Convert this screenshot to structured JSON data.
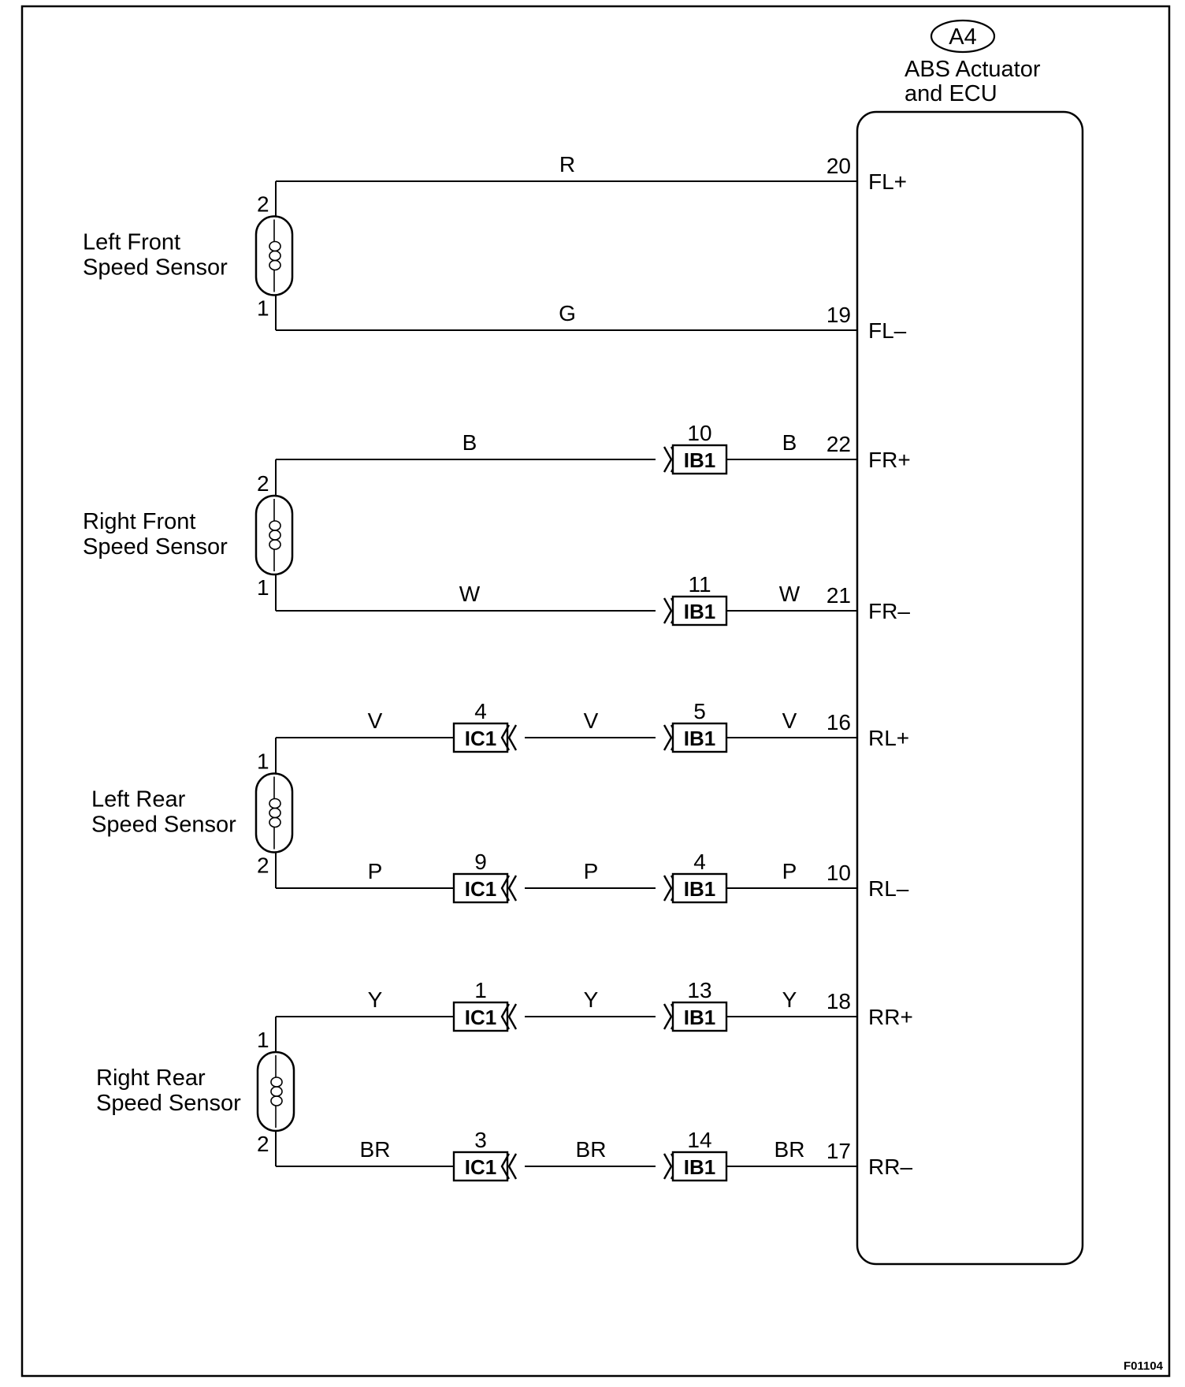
{
  "ecu": {
    "connector_id": "A4",
    "title_line1": "ABS Actuator",
    "title_line2": "and ECU"
  },
  "figure_id": "F01104",
  "circuits": [
    {
      "sensor": {
        "line1": "Left Front",
        "line2": "Speed Sensor",
        "pin_top": "2",
        "pin_bottom": "1"
      },
      "wires": [
        {
          "terminal": "FL+",
          "pin": "20",
          "segments": [
            "R"
          ],
          "connectors": []
        },
        {
          "terminal": "FL–",
          "pin": "19",
          "segments": [
            "G"
          ],
          "connectors": []
        }
      ]
    },
    {
      "sensor": {
        "line1": "Right Front",
        "line2": "Speed Sensor",
        "pin_top": "2",
        "pin_bottom": "1"
      },
      "wires": [
        {
          "terminal": "FR+",
          "pin": "22",
          "segments": [
            "B",
            "B"
          ],
          "connectors": [
            {
              "name": "IB1",
              "pin": "10"
            }
          ]
        },
        {
          "terminal": "FR–",
          "pin": "21",
          "segments": [
            "W",
            "W"
          ],
          "connectors": [
            {
              "name": "IB1",
              "pin": "11"
            }
          ]
        }
      ]
    },
    {
      "sensor": {
        "line1": "Left Rear",
        "line2": "Speed Sensor",
        "pin_top": "1",
        "pin_bottom": "2"
      },
      "wires": [
        {
          "terminal": "RL+",
          "pin": "16",
          "segments": [
            "V",
            "V",
            "V"
          ],
          "connectors": [
            {
              "name": "IC1",
              "pin": "4"
            },
            {
              "name": "IB1",
              "pin": "5"
            }
          ]
        },
        {
          "terminal": "RL–",
          "pin": "10",
          "segments": [
            "P",
            "P",
            "P"
          ],
          "connectors": [
            {
              "name": "IC1",
              "pin": "9"
            },
            {
              "name": "IB1",
              "pin": "4"
            }
          ]
        }
      ]
    },
    {
      "sensor": {
        "line1": "Right Rear",
        "line2": "Speed Sensor",
        "pin_top": "1",
        "pin_bottom": "2"
      },
      "wires": [
        {
          "terminal": "RR+",
          "pin": "18",
          "segments": [
            "Y",
            "Y",
            "Y"
          ],
          "connectors": [
            {
              "name": "IC1",
              "pin": "1"
            },
            {
              "name": "IB1",
              "pin": "13"
            }
          ]
        },
        {
          "terminal": "RR–",
          "pin": "17",
          "segments": [
            "BR",
            "BR",
            "BR"
          ],
          "connectors": [
            {
              "name": "IC1",
              "pin": "3"
            },
            {
              "name": "IB1",
              "pin": "14"
            }
          ]
        }
      ]
    }
  ]
}
